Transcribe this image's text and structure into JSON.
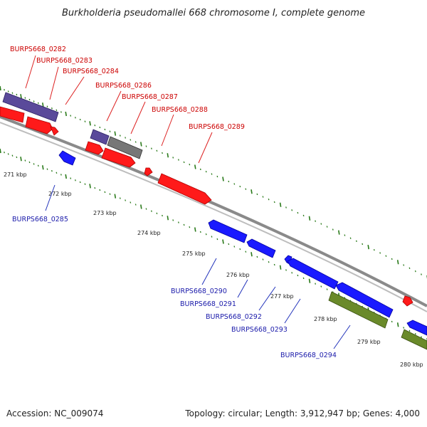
{
  "title": "Burkholderia pseudomallei 668 chromosome I, complete genome",
  "footer": {
    "accession": "Accession: NC_009074",
    "summary": "Topology: circular; Length: 3,912,947 bp; Genes: 4,000"
  },
  "colors": {
    "backbone": "#8a8a8a",
    "tick": "#2a7a1a",
    "forward_gene": "#ff1a1a",
    "reverse_gene": "#1a1aff",
    "rna": "#5a4a9a",
    "other": "#777777",
    "cds_feature": "#6a8a2a",
    "label_forward": "#cc0000",
    "label_reverse": "#1a1aaa"
  },
  "kbp_ticks": [
    "271 kbp",
    "272 kbp",
    "273 kbp",
    "274 kbp",
    "275 kbp",
    "276 kbp",
    "277 kbp",
    "278 kbp",
    "279 kbp",
    "280 kbp"
  ],
  "labels_forward": [
    "BURPS668_0282",
    "BURPS668_0283",
    "BURPS668_0284",
    "BURPS668_0286",
    "BURPS668_0287",
    "BURPS668_0288",
    "BURPS668_0289"
  ],
  "labels_reverse": [
    "BURPS668_0285",
    "BURPS668_0290",
    "BURPS668_0291",
    "BURPS668_0292",
    "BURPS668_0293",
    "BURPS668_0294"
  ]
}
